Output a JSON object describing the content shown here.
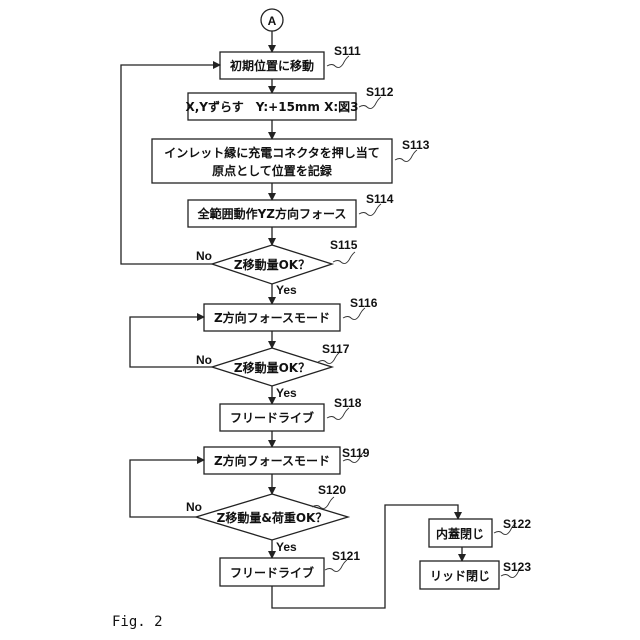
{
  "figure_label": "Fig. 2",
  "connector": "A",
  "nodes": {
    "s111": {
      "text": "初期位置に移動",
      "step": "S111"
    },
    "s112": {
      "text": "X,Yずらす　Y:+15mm X:図3",
      "step": "S112"
    },
    "s113": {
      "line1": "インレット縁に充電コネクタを押し当て",
      "line2": "原点として位置を記録",
      "step": "S113"
    },
    "s114": {
      "text": "全範囲動作YZ方向フォース",
      "step": "S114"
    },
    "s115": {
      "text": "Z移動量OK？",
      "step": "S115"
    },
    "s116": {
      "text": "Z方向フォースモード",
      "step": "S116"
    },
    "s117": {
      "text": "Z移動量OK？",
      "step": "S117"
    },
    "s118": {
      "text": "フリードライブ",
      "step": "S118"
    },
    "s119": {
      "text": "Z方向フォースモード",
      "step": "S119"
    },
    "s120": {
      "text": "Z移動量&荷重OK？",
      "step": "S120"
    },
    "s121": {
      "text": "フリードライブ",
      "step": "S121"
    },
    "s122": {
      "text": "内蓋閉じ",
      "step": "S122"
    },
    "s123": {
      "text": "リッド閉じ",
      "step": "S123"
    }
  },
  "branch_labels": {
    "yes": "Yes",
    "no": "No"
  }
}
